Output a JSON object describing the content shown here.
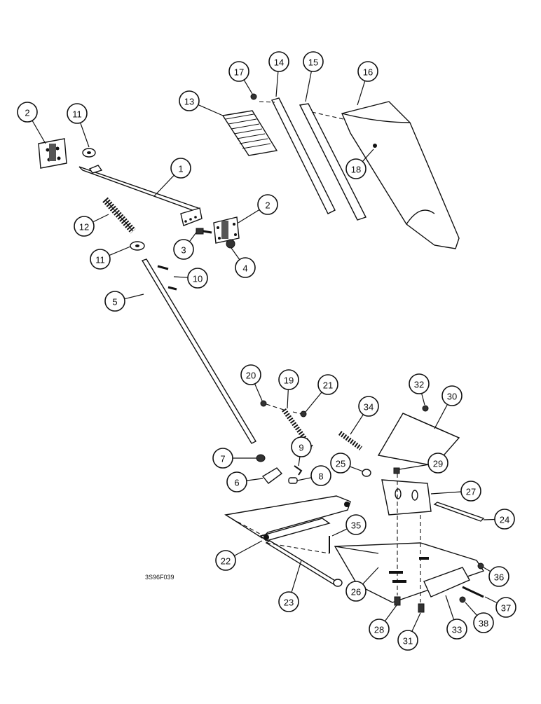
{
  "drawing_code": "3S96F039",
  "callouts": [
    {
      "label": "1"
    },
    {
      "label": "2"
    },
    {
      "label": "2"
    },
    {
      "label": "3"
    },
    {
      "label": "4"
    },
    {
      "label": "5"
    },
    {
      "label": "6"
    },
    {
      "label": "7"
    },
    {
      "label": "8"
    },
    {
      "label": "9"
    },
    {
      "label": "10"
    },
    {
      "label": "11"
    },
    {
      "label": "11"
    },
    {
      "label": "12"
    },
    {
      "label": "13"
    },
    {
      "label": "14"
    },
    {
      "label": "15"
    },
    {
      "label": "16"
    },
    {
      "label": "17"
    },
    {
      "label": "18"
    },
    {
      "label": "19"
    },
    {
      "label": "20"
    },
    {
      "label": "21"
    },
    {
      "label": "22"
    },
    {
      "label": "23"
    },
    {
      "label": "24"
    },
    {
      "label": "25"
    },
    {
      "label": "26"
    },
    {
      "label": "27"
    },
    {
      "label": "28"
    },
    {
      "label": "29"
    },
    {
      "label": "30"
    },
    {
      "label": "31"
    },
    {
      "label": "32"
    },
    {
      "label": "33"
    },
    {
      "label": "34"
    },
    {
      "label": "35"
    },
    {
      "label": "36"
    },
    {
      "label": "37"
    },
    {
      "label": "38"
    }
  ]
}
